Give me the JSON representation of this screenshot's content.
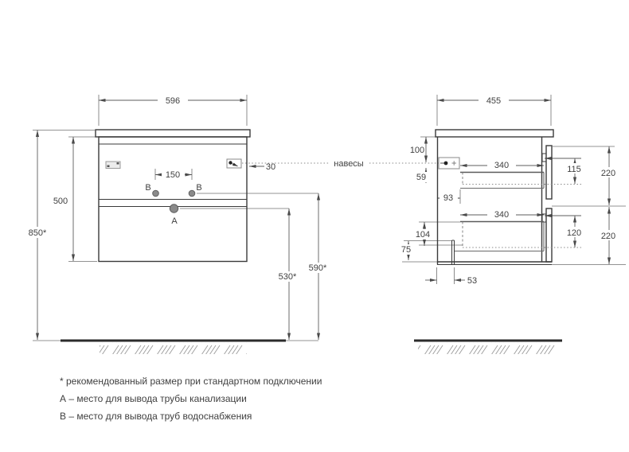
{
  "drawing": {
    "type": "bathroom vanity installation dimension drawing",
    "units": "mm",
    "colors": {
      "outline": "#3a3a3a",
      "dimension": "#5c5c5c",
      "text": "#3f3f3f",
      "background": "#ffffff"
    }
  },
  "front_view": {
    "width": "596",
    "body_height": "500",
    "mounting_total_height": "850*",
    "b_holes_spacing": "150",
    "hanger_edge_offset": "30",
    "drain_height": "530*",
    "water_supply_height": "590*",
    "label_a": "А",
    "label_b": "В"
  },
  "side_view": {
    "depth": "455",
    "hanger_top_offset": "100",
    "hanger_to_drawer": "59",
    "back_clearance": "93",
    "top_drawer_depth": "340",
    "bottom_drawer_depth": "340",
    "dim_104": "104",
    "notch_height": "75",
    "notch_depth": "53",
    "top_drawer_inner": "115",
    "top_front_height": "220",
    "bottom_drawer_inner": "120",
    "bottom_front_height": "220"
  },
  "annotations": {
    "hangers_label": "навесы"
  },
  "footnotes": [
    "* рекомендованный размер при стандартном подключении",
    "А – место для вывода трубы канализации",
    "В – место для вывода труб водоснабжения"
  ]
}
